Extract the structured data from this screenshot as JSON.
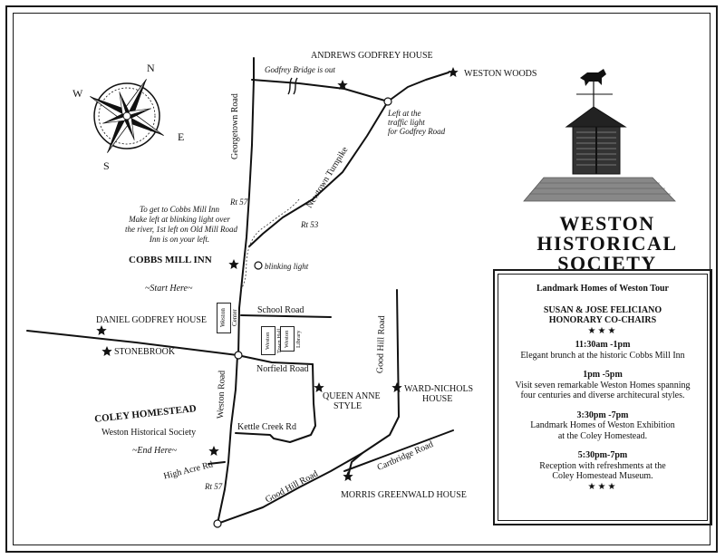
{
  "map": {
    "title_lines": [
      "WESTON",
      "HISTORICAL",
      "SOCIETY"
    ],
    "compass": {
      "n": "N",
      "e": "E",
      "s": "S",
      "w": "W"
    },
    "roads": {
      "georgetown_road": "Georgetown Road",
      "newtown_turnpike": "Newtown Turnpike",
      "rt57_top": "Rt 57",
      "rt53": "Rt 53",
      "school_road": "School Road",
      "norfield_road": "Norfield Road",
      "weston_road": "Weston Road",
      "kettle_creek_rd": "Kettle Creek Rd",
      "good_hill_road_top": "Good Hill Road",
      "good_hill_road_bottom": "Good Hill Road",
      "cartbridge_road": "Cartbridge Road",
      "high_acre_rd": "High Acre Rd",
      "rt57_bottom": "Rt 57"
    },
    "places": {
      "andrews_godfrey_house": "ANDREWS GODFREY HOUSE",
      "godfrey_bridge_note": "Godfrey Bridge is out",
      "weston_woods": "WESTON WOODS",
      "traffic_light_note": [
        "Left at the",
        "traffic light",
        "for Godfrey Road"
      ],
      "cobbs_note": [
        "To get to Cobbs Mill Inn",
        "Make left at blinking light over",
        "the river, 1st left on Old Mill Road",
        "Inn is on your left."
      ],
      "cobbs_mill_inn": "COBBS MILL INN",
      "blinking_light": "blinking light",
      "start_here": "~Start Here~",
      "daniel_godfrey_house": "DANIEL GODFREY HOUSE",
      "stonebrook": "STONEBROOK",
      "weston_center": "Weston Center",
      "weston_town_hall": "Weston Town Hall",
      "weston_library": "Weston Library",
      "queen_anne_style": [
        "QUEEN ANNE",
        "STYLE"
      ],
      "ward_nichols_house": [
        "WARD-NICHOLS",
        "HOUSE"
      ],
      "coley_homestead": "COLEY HOMESTEAD",
      "weston_historical_society": "Weston Historical Society",
      "end_here": "~End Here~",
      "morris_greenwald_house": "MORRIS GREENWALD HOUSE"
    }
  },
  "tour": {
    "heading": "Landmark Homes of Weston Tour",
    "honorary_lines": [
      "SUSAN & JOSE FELICIANO",
      "HONORARY CO-CHAIRS"
    ],
    "stars": "★★★",
    "events": [
      {
        "time": "11:30am -1pm",
        "lines": [
          "Elegant brunch at the historic Cobbs Mill Inn"
        ]
      },
      {
        "time": "1pm -5pm",
        "lines": [
          "Visit seven remarkable Weston Homes spanning",
          "four centuries and diverse architecural styles."
        ]
      },
      {
        "time": "3:30pm -7pm",
        "lines": [
          "Landmark Homes of Weston Exhibition",
          "at the Coley Homestead."
        ]
      },
      {
        "time": "5:30pm-7pm",
        "lines": [
          "Reception with refreshments at the",
          "Coley Homestead Museum."
        ]
      }
    ],
    "end_stars": "★★★"
  },
  "icons": [
    "compass-rose-icon",
    "star-icon",
    "traffic-light-icon",
    "cupola-weathervane-icon",
    "bridge-out-icon"
  ]
}
